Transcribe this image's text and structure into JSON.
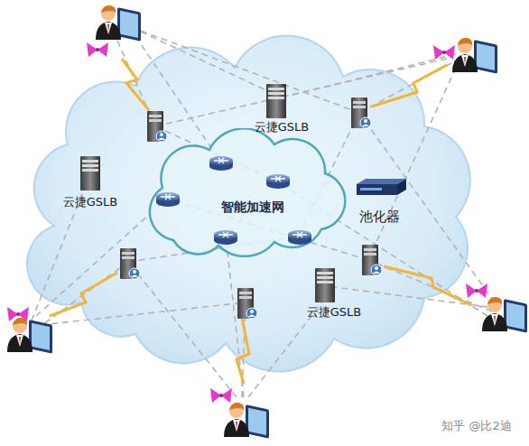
{
  "diagram": {
    "nodes": [
      {
        "text": [
          "智能加速网"
        ]
      }
    ],
    "labels": [
      "云捷GSLB",
      "云捷GSLB",
      "池化器",
      "云捷GSLB",
      "知乎 @比2迪"
    ]
  }
}
